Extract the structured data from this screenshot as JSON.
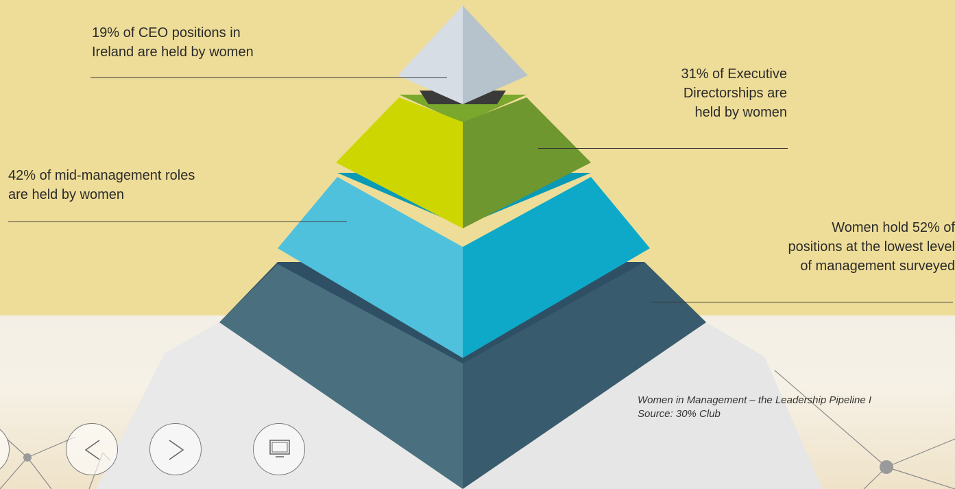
{
  "colors": {
    "background_top": "#eedd98",
    "background_bottom": "#f3efe6",
    "tier1_left": "#d6dde5",
    "tier1_right": "#b7c3cc",
    "tier2_left": "#cdd600",
    "tier2_right": "#6f972f",
    "tier3_left": "#4fc1dc",
    "tier3_right": "#0ea9c8",
    "tier4_left": "#4a7080",
    "tier4_right": "#385b6d"
  },
  "pyramid": {
    "tiers": [
      {
        "level": "CEO",
        "text": [
          "19% of CEO positions in",
          "Ireland are held by women"
        ],
        "percent": 19
      },
      {
        "level": "Executive Directorships",
        "text": [
          "31% of Executive",
          "Directorships are",
          "held by women"
        ],
        "percent": 31
      },
      {
        "level": "Mid-management",
        "text": [
          "42% of mid-management roles",
          "are held by women"
        ],
        "percent": 42
      },
      {
        "level": "Lowest level of management",
        "text": [
          "Women hold 52% of",
          "positions at the lowest level",
          "of management surveyed"
        ],
        "percent": 52
      }
    ]
  },
  "caption": {
    "title": "Women in Management – the Leadership Pipeline I",
    "source": "Source: 30% Club"
  },
  "nav": {
    "buttons": [
      {
        "name": "partial-button",
        "icon": "circle-icon"
      },
      {
        "name": "previous-button",
        "icon": "chevron-left-icon"
      },
      {
        "name": "next-button",
        "icon": "chevron-right-icon"
      },
      {
        "name": "screen-button",
        "icon": "monitor-icon"
      }
    ]
  }
}
